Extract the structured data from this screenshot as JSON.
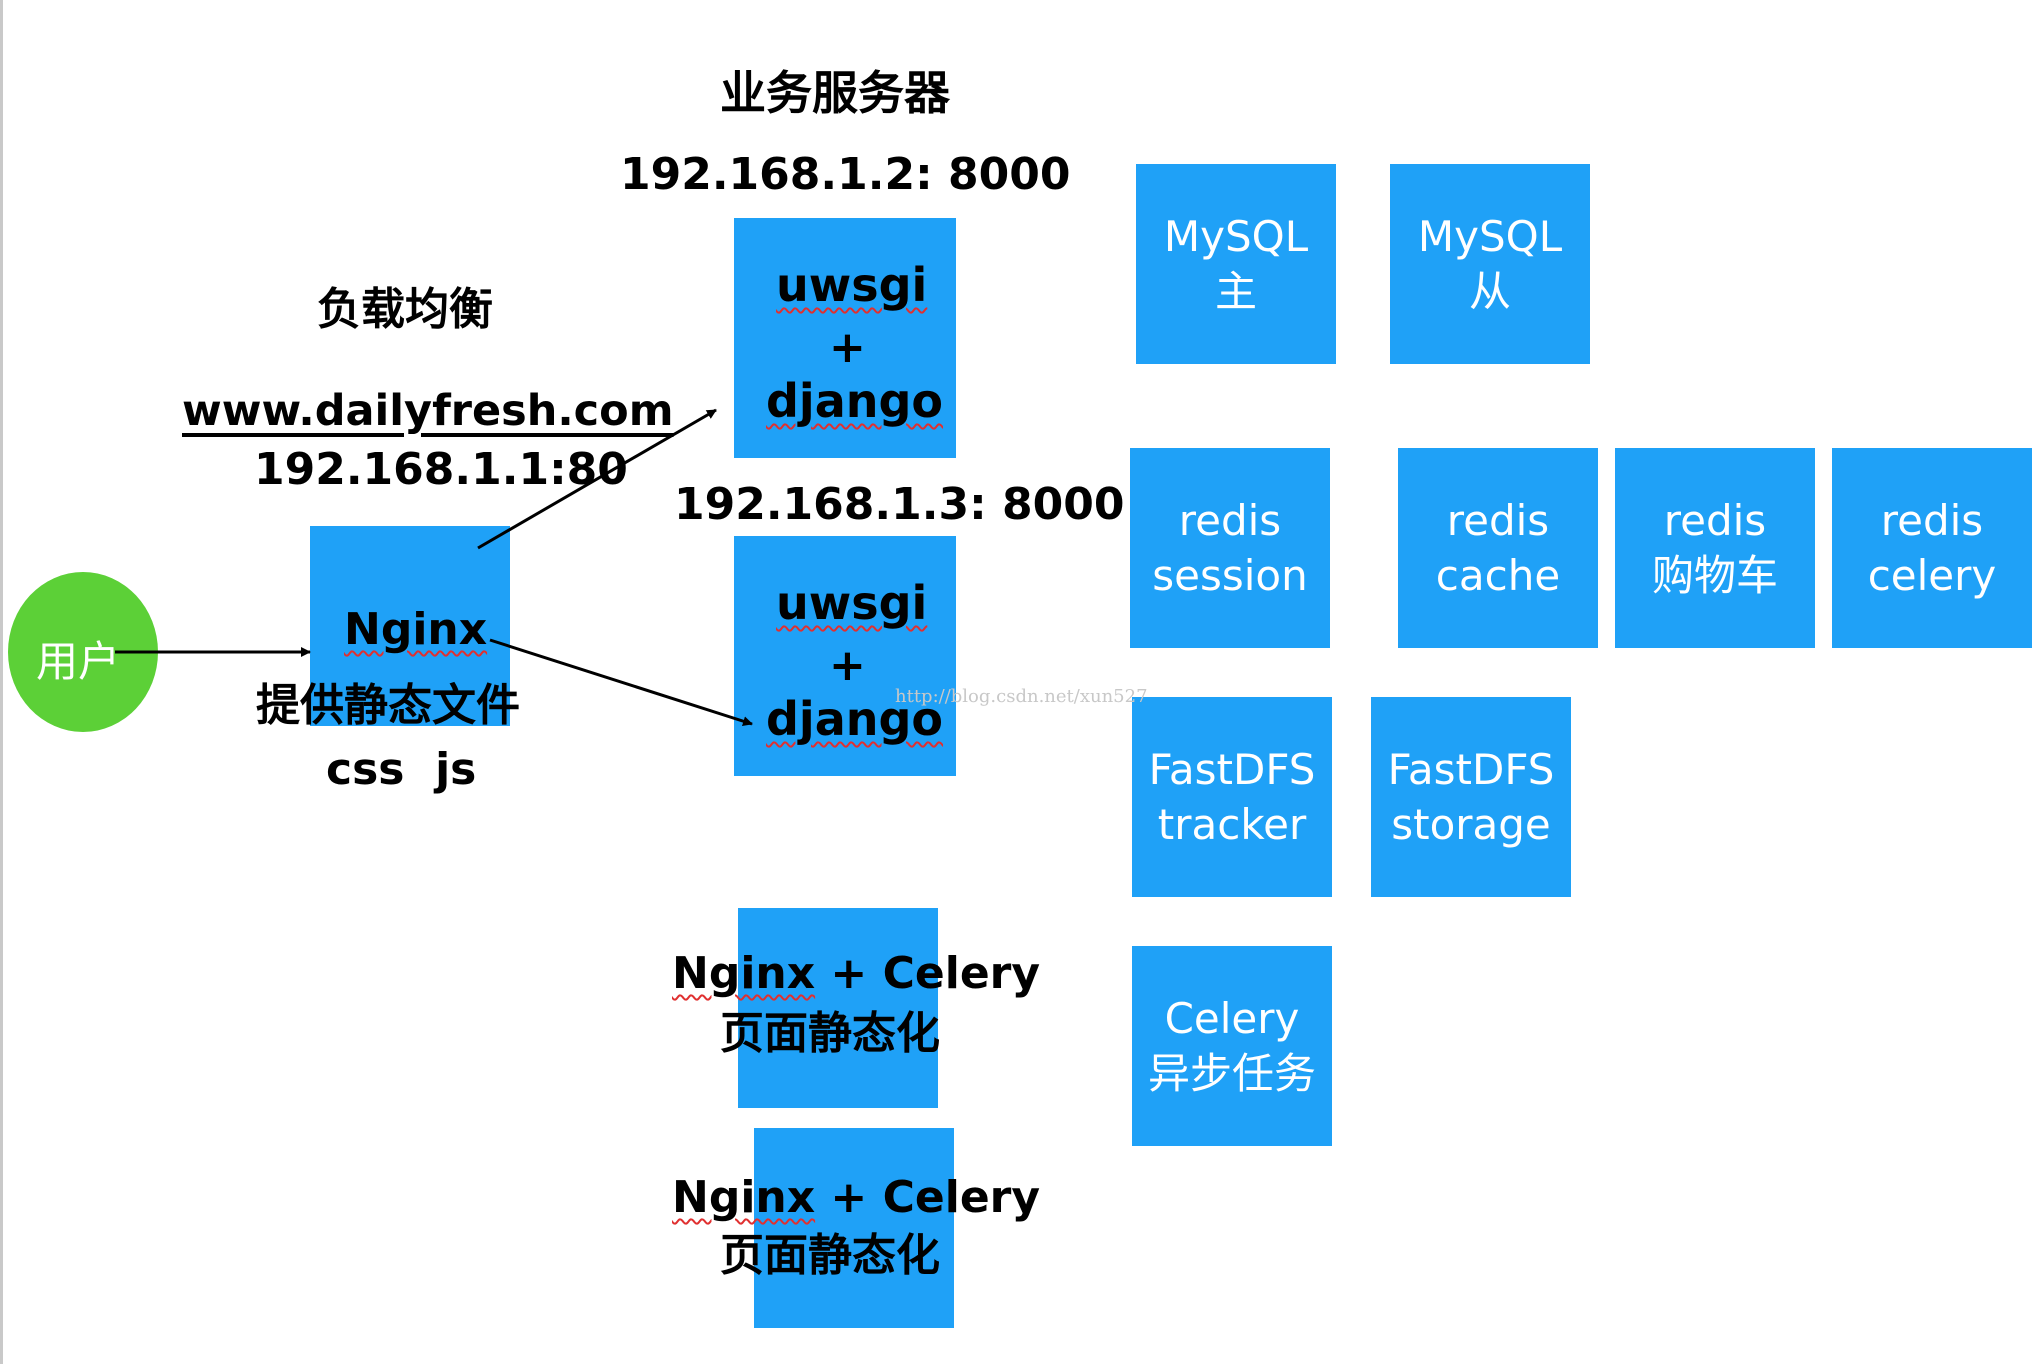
{
  "header": {
    "server_title": "业务服务器",
    "server1_addr": "192.168.1.2: 8000",
    "server2_addr": "192.168.1.3: 8000",
    "lb_title": "负载均衡",
    "lb_domain": "www.dailyfresh.com",
    "lb_addr": "192.168.1.1:80"
  },
  "user": {
    "label": "用户"
  },
  "nginx": {
    "name": "Nginx",
    "desc": "提供静态文件",
    "assets": "css  js"
  },
  "app_servers": [
    {
      "top": "uwsgi",
      "plus": "+",
      "bottom": "django"
    },
    {
      "top": "uwsgi",
      "plus": "+",
      "bottom": "django"
    }
  ],
  "static_servers": [
    {
      "nginx": "Nginx",
      "rest": " + Celery",
      "desc": "页面静态化"
    },
    {
      "nginx": "Nginx",
      "rest": " + Celery",
      "desc": "页面静态化"
    }
  ],
  "services": {
    "mysql_master": [
      "MySQL",
      "主"
    ],
    "mysql_slave": [
      "MySQL",
      "从"
    ],
    "redis_session": [
      "redis",
      "session"
    ],
    "redis_cache": [
      "redis",
      "cache"
    ],
    "redis_cart": [
      "redis",
      "购物车"
    ],
    "redis_celery": [
      "redis",
      "celery"
    ],
    "fastdfs_tracker": [
      "FastDFS",
      "tracker"
    ],
    "fastdfs_storage": [
      "FastDFS",
      "storage"
    ],
    "celery_async": [
      "Celery",
      "异步任务"
    ]
  },
  "watermark": "http://blog.csdn.net/xun527",
  "colors": {
    "box": "#1fa1f7",
    "user": "#5cd037"
  }
}
